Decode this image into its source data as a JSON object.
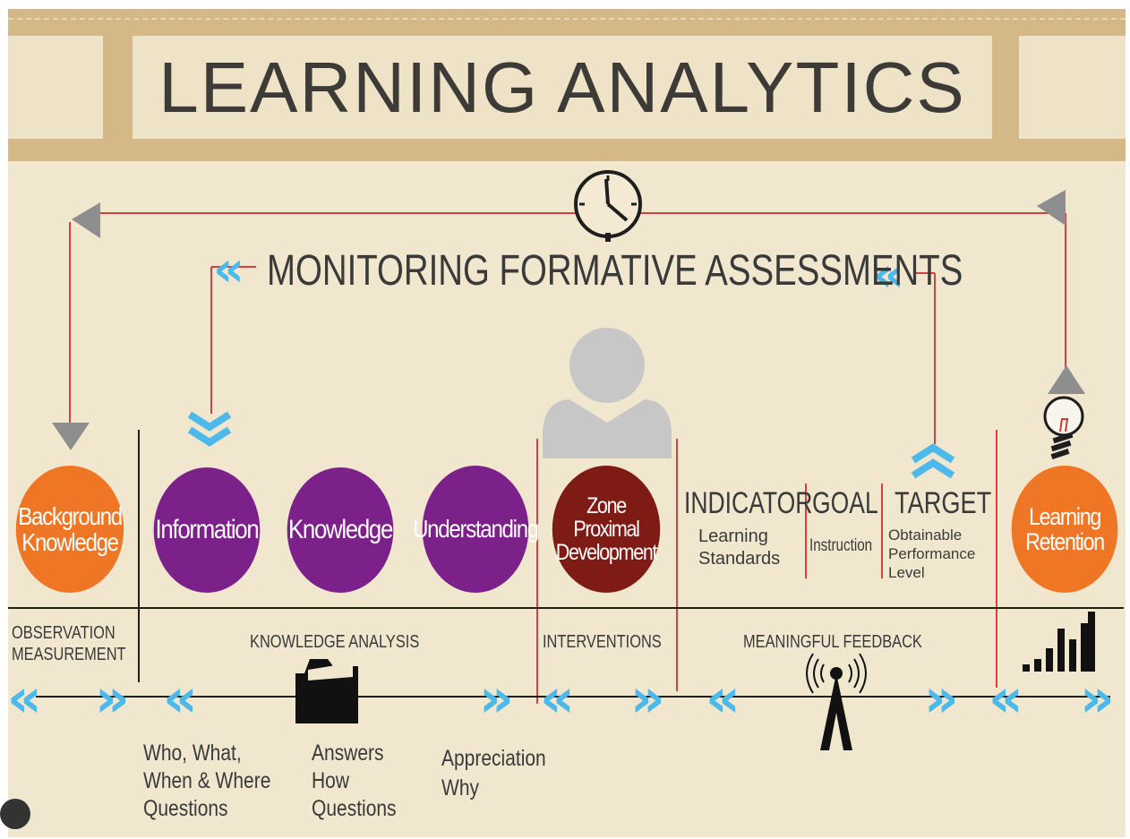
{
  "title": "LEARNING ANALYTICS",
  "monitoring_label": "MONITORING FORMATIVE ASSESSMENTS",
  "colors": {
    "orange": "#ee7624",
    "purple": "#7b2189",
    "maroon": "#7d1b14",
    "chevron_blue": "#4db8ea",
    "red_line": "#d64040",
    "banner": "#d4b887",
    "paper": "#f1e7cf"
  },
  "stages": [
    {
      "line1": "Background",
      "line2": "Knowledge",
      "color": "orange"
    },
    {
      "line1": "Information",
      "line2": "",
      "color": "purple"
    },
    {
      "line1": "Knowledge",
      "line2": "",
      "color": "purple"
    },
    {
      "line1": "Understanding",
      "line2": "",
      "color": "purple"
    },
    {
      "line1": "Zone Proximal",
      "line2": "Development",
      "color": "maroon"
    },
    {
      "line1": "Learning",
      "line2": "Retention",
      "color": "orange"
    }
  ],
  "indicators": {
    "indicator": {
      "title": "INDICATOR",
      "line1": "Learning",
      "line2": "Standards"
    },
    "goal": {
      "title": "GOAL",
      "line1": "Instruction"
    },
    "target": {
      "title": "TARGET",
      "line1": "Obtainable",
      "line2": "Performance",
      "line3": "Level"
    }
  },
  "phases": {
    "observation_line1": "OBSERVATION",
    "observation_line2": "MEASUREMENT",
    "knowledge_analysis": "KNOWLEDGE ANALYSIS",
    "interventions": "INTERVENTIONS",
    "meaningful_feedback": "MEANINGFUL FEEDBACK"
  },
  "questions": {
    "q1": [
      "Who, What,",
      "When & Where",
      "Questions"
    ],
    "q2": [
      "Answers",
      "How",
      "Questions"
    ],
    "q3": [
      "Appreciation",
      "Why"
    ]
  },
  "icons": [
    "clock-icon",
    "person-icon",
    "lightbulb-icon",
    "folder-icon",
    "antenna-icon",
    "signal-bars-icon",
    "chevron-left-icon",
    "chevron-right-icon",
    "chevron-up-icon",
    "chevron-down-icon",
    "arrow-left-icon",
    "arrow-up-icon",
    "arrow-down-icon"
  ]
}
